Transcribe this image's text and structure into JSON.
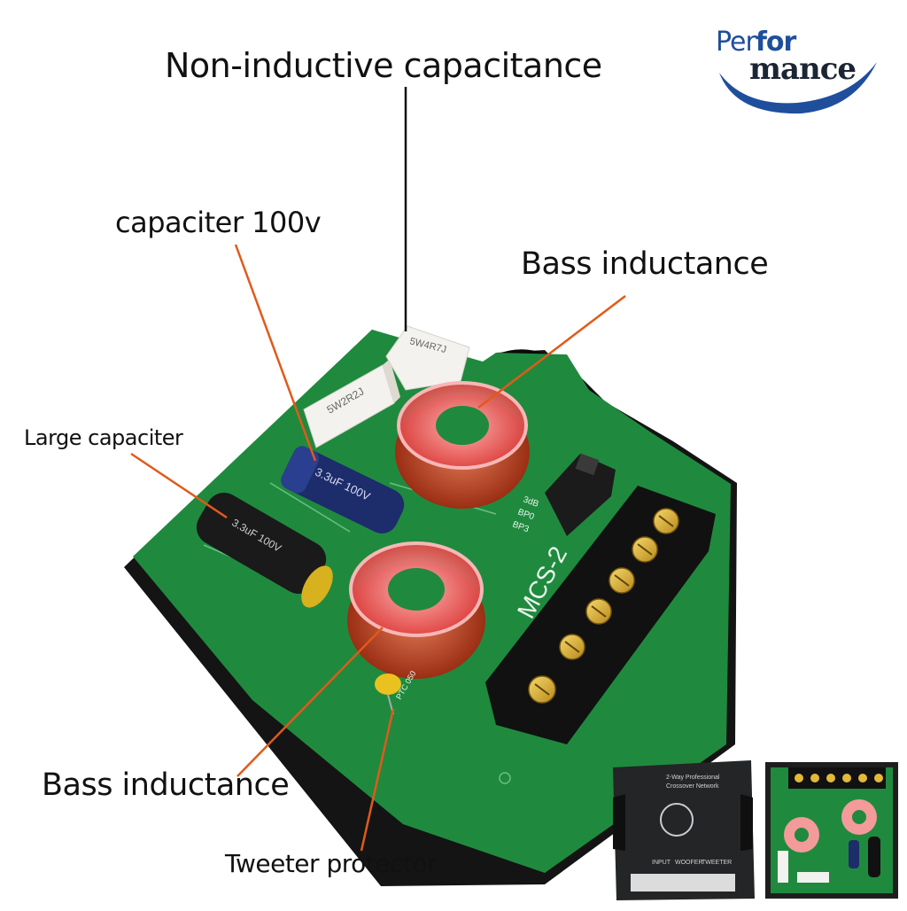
{
  "labels": {
    "non_inductive": "Non-inductive capacitance",
    "capacitor_100v": "capaciter 100v",
    "bass_top": "Bass inductance",
    "large_capacitor": "Large capaciter",
    "bass_bottom": "Bass inductance",
    "tweeter_protector": "Tweeter protector"
  },
  "logo": {
    "line1_a": "Per",
    "line1_b": "for",
    "line2": "mance"
  },
  "board": {
    "model": "MCS-2",
    "resistor_1": "5W2R2J",
    "resistor_2": "5W4R7J",
    "small_cap_marking": "3.3uF 100V",
    "large_cap_marking": "3.3uF 100V",
    "jumper_labels": [
      "3dB",
      "BP0",
      "BP3"
    ],
    "ptc_marking": "PTC 050"
  },
  "inset": {
    "box_title_1": "2-Way Professional",
    "box_title_2": "Crossover Network",
    "ports": [
      "INPUT",
      "WOOFER",
      "TWEETER"
    ]
  },
  "colors": {
    "pcb_green": "#1f8a3e",
    "leader_orange": "#e05a1a",
    "copper": "#c2401f",
    "brand_blue": "#1f4f9c"
  }
}
